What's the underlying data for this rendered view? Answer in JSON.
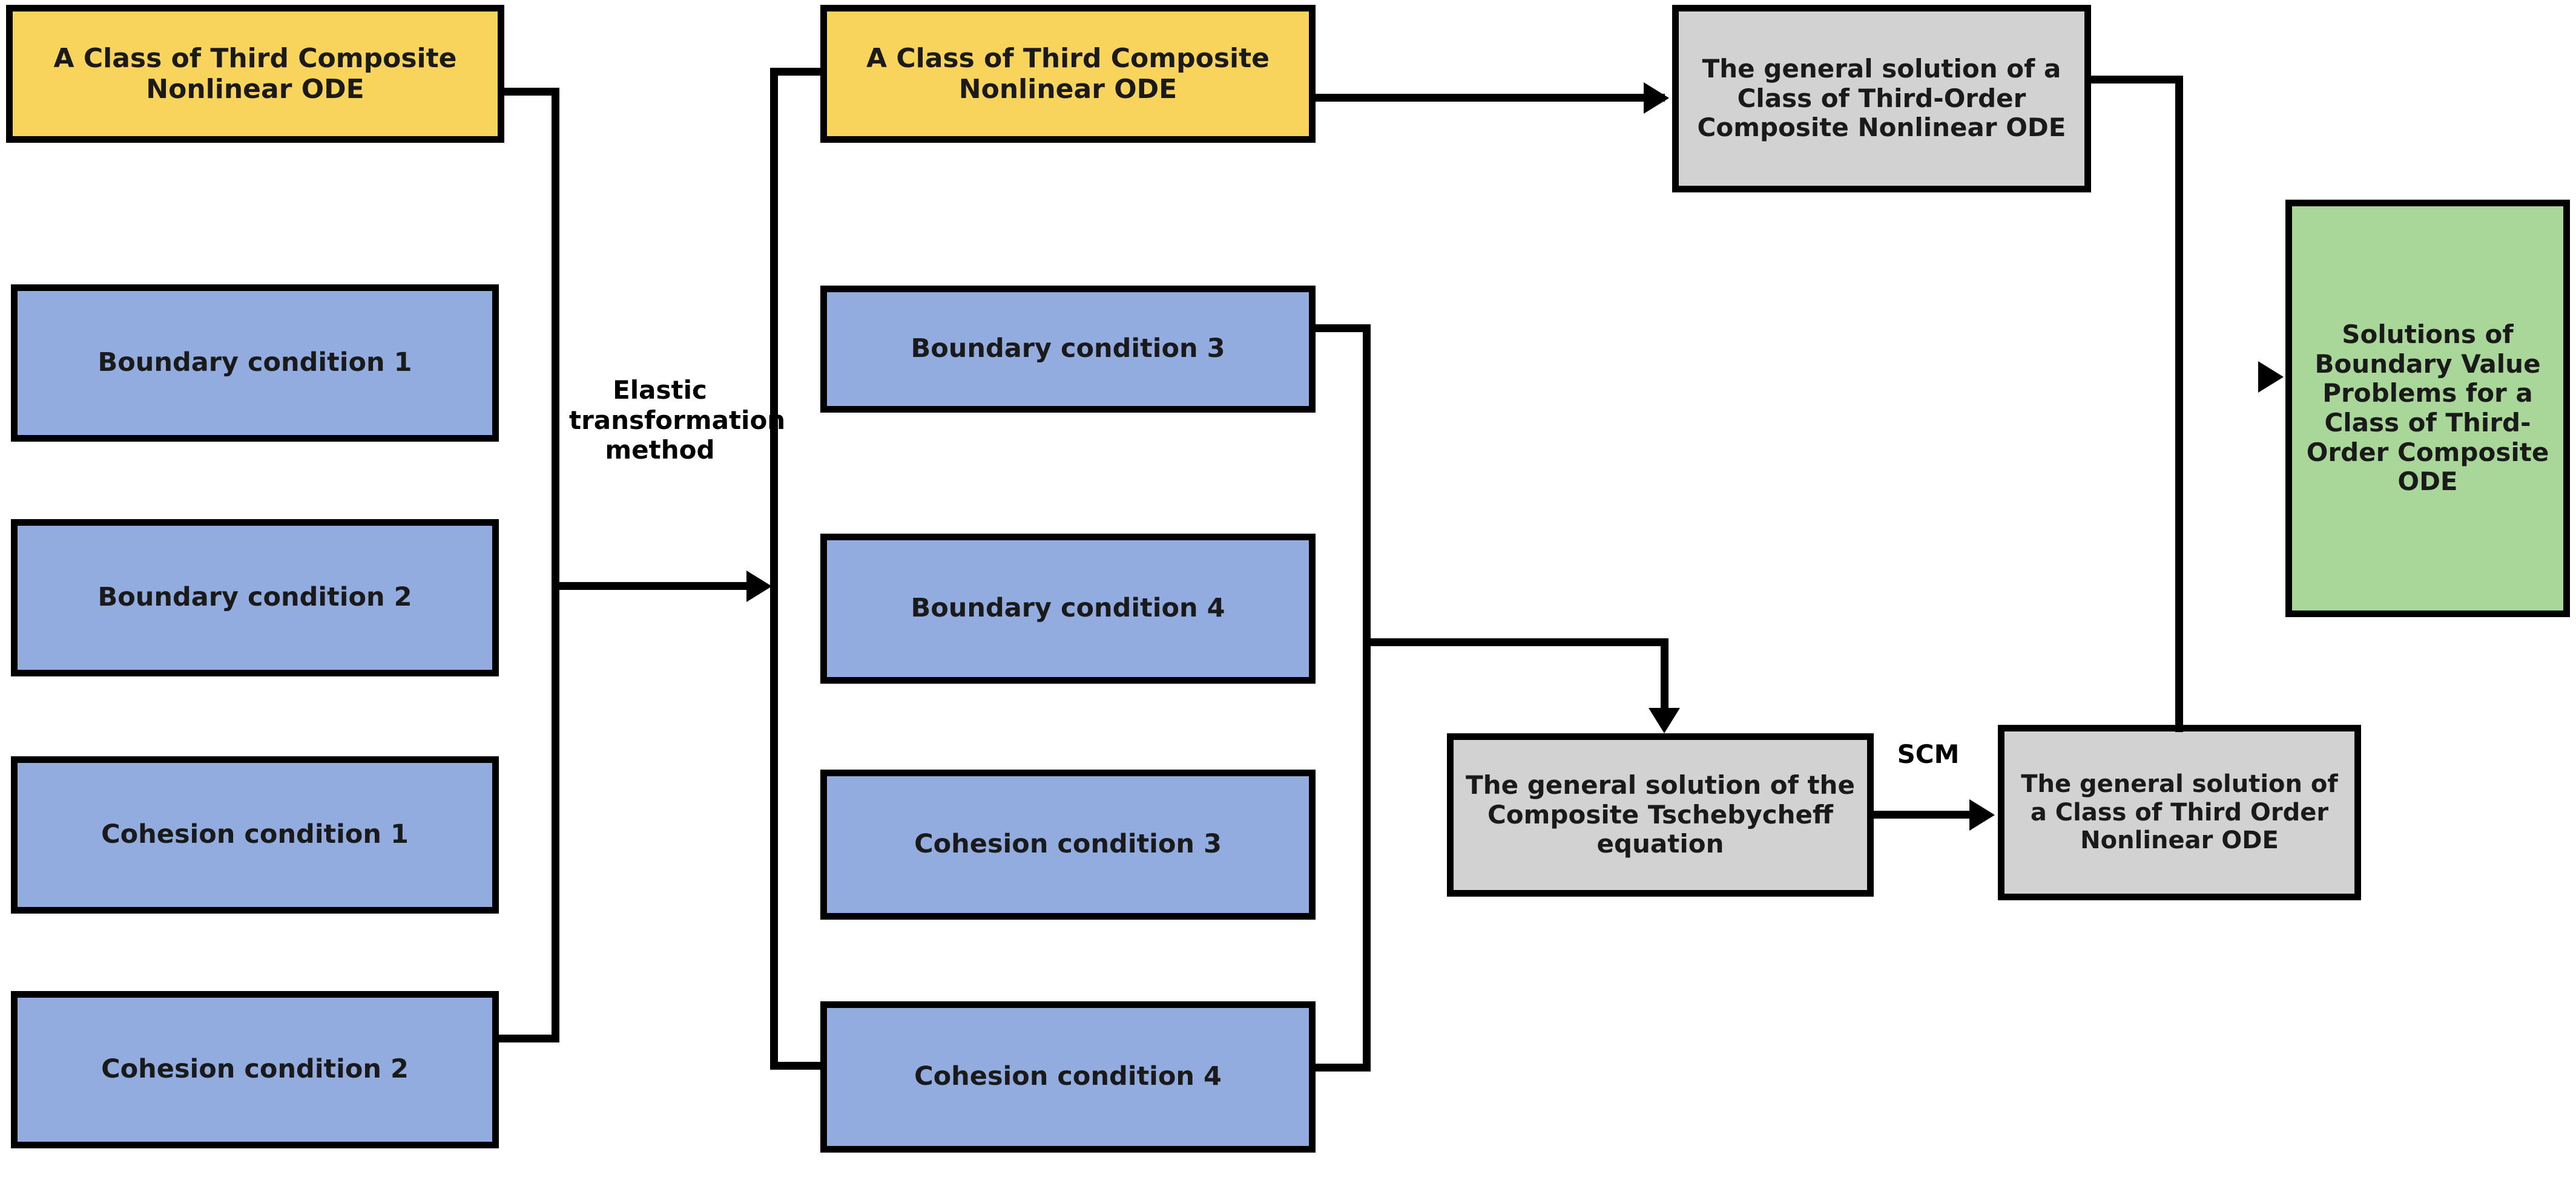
{
  "diagram": {
    "title": "Flowchart: Elastic transformation method for third-order composite nonlinear ODE boundary value problems",
    "colors": {
      "yellow": "#F9D45C",
      "blue": "#92ACDF",
      "grey": "#D2D2D2",
      "green": "#A9D79A",
      "stroke": "#000000",
      "background": "#FFFFFF"
    },
    "columns": {
      "left": {
        "nodes": [
          {
            "id": "ode-original",
            "label": "A Class of Third Composite Nonlinear ODE",
            "color": "yellow"
          },
          {
            "id": "bc1",
            "label": "Boundary condition 1",
            "color": "blue"
          },
          {
            "id": "bc2",
            "label": "Boundary condition 2",
            "color": "blue"
          },
          {
            "id": "cc1",
            "label": "Cohesion condition 1",
            "color": "blue"
          },
          {
            "id": "cc2",
            "label": "Cohesion condition 2",
            "color": "blue"
          }
        ]
      },
      "middle": {
        "nodes": [
          {
            "id": "ode-transformed",
            "label": "A Class of Third Composite Nonlinear ODE",
            "color": "yellow"
          },
          {
            "id": "bc3",
            "label": "Boundary condition 3",
            "color": "blue"
          },
          {
            "id": "bc4",
            "label": "Boundary condition 4",
            "color": "blue"
          },
          {
            "id": "cc3",
            "label": "Cohesion condition  3",
            "color": "blue"
          },
          {
            "id": "cc4",
            "label": "Cohesion condition  4",
            "color": "blue"
          }
        ]
      },
      "right": {
        "nodes": [
          {
            "id": "gen-sol-third-order-composite",
            "label": "The general solution of a Class of Third-Order Composite Nonlinear ODE",
            "color": "grey"
          },
          {
            "id": "gen-sol-tschebycheff",
            "label": "The general solution of the Composite Tschebycheff equation",
            "color": "grey"
          },
          {
            "id": "gen-sol-third-order-nonlinear",
            "label": "The general solution of a Class of Third Order Nonlinear ODE",
            "color": "grey"
          },
          {
            "id": "solutions-bvp",
            "label": "Solutions of Boundary Value Problems for a Class of Third-Order Composite ODE",
            "color": "green"
          }
        ]
      }
    },
    "edge_labels": {
      "elastic_transformation": "Elastic transformation method",
      "scm": "SCM"
    }
  }
}
